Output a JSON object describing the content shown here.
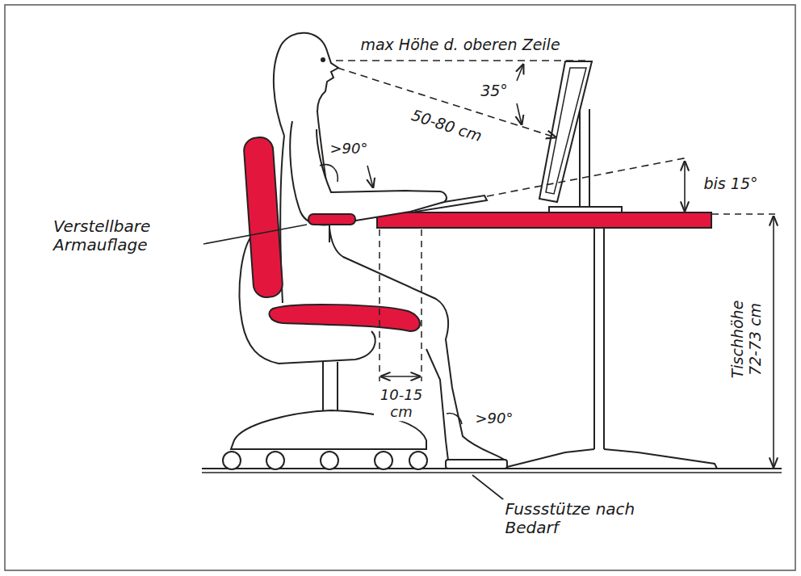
{
  "diagram": {
    "labels": [
      "max Höhe d. oberen Zeile",
      "35°",
      "50-80 cm",
      ">90°",
      "bis 15°",
      "Verstellbare Armauflage",
      "10-15 cm",
      ">90°",
      "Tischhöhe 72-73 cm",
      "Fussstütze nach Bedarf"
    ]
  }
}
